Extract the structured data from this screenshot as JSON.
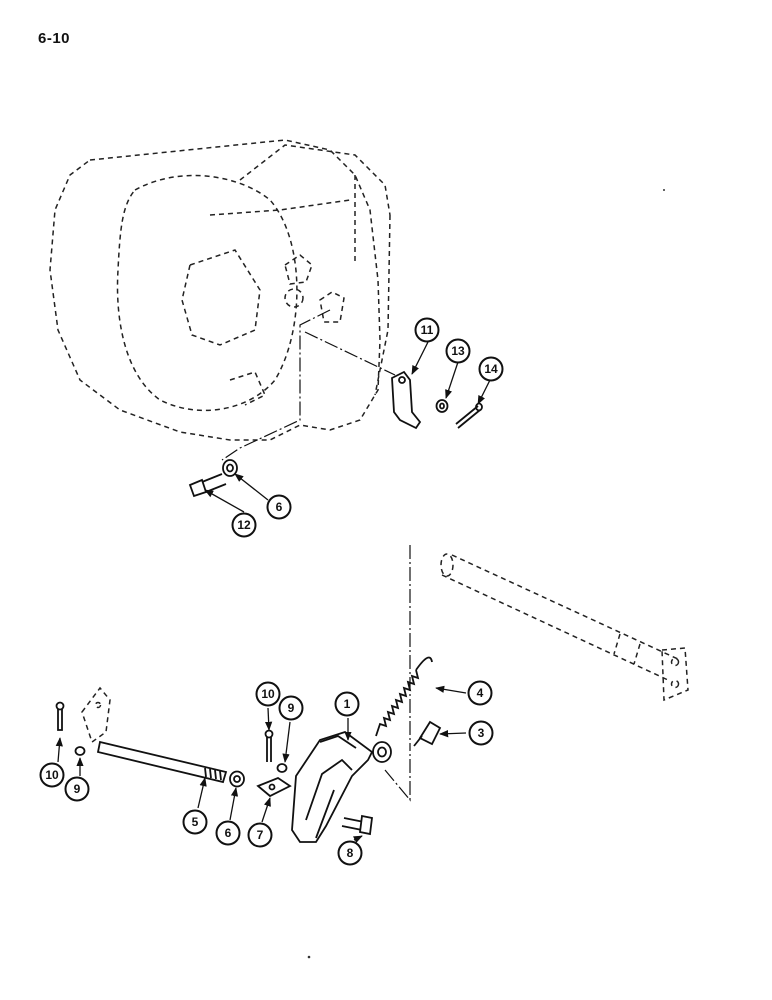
{
  "page": {
    "number": "6-10"
  },
  "callouts": {
    "c11": "11",
    "c13": "13",
    "c14": "14",
    "c12": "12",
    "c6a": "6",
    "c10a": "10",
    "c9a": "9",
    "c1": "1",
    "c4": "4",
    "c3": "3",
    "c10b": "10",
    "c9b": "9",
    "c5": "5",
    "c6b": "6",
    "c7": "7",
    "c8": "8"
  }
}
